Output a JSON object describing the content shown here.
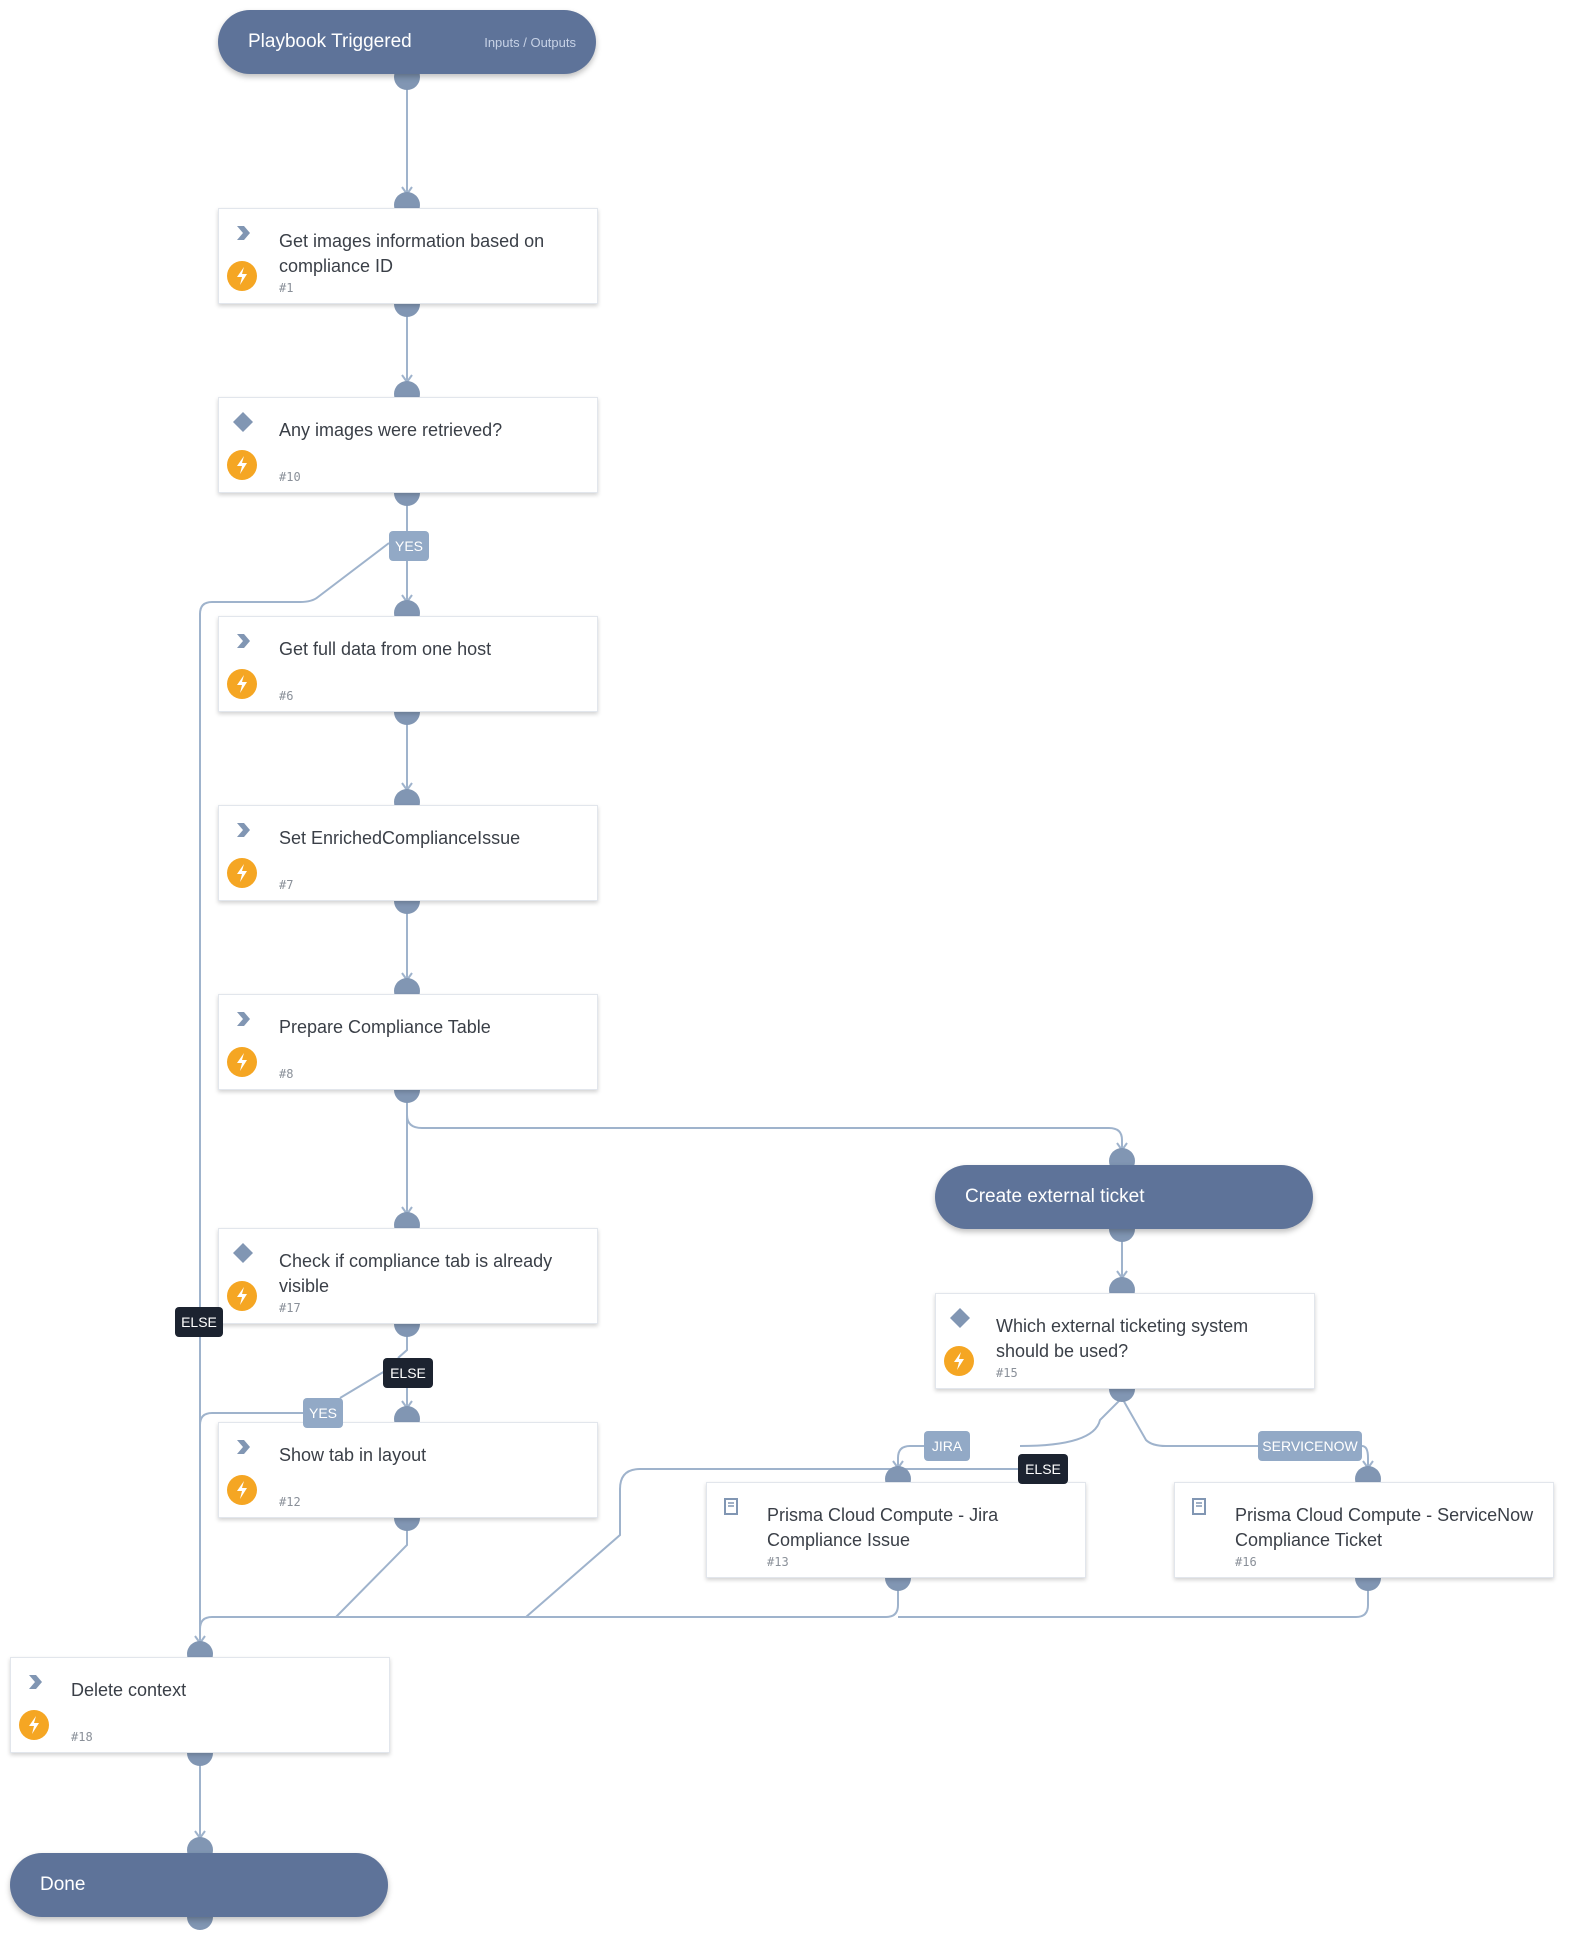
{
  "colors": {
    "pill": "#5e7399",
    "edge": "#9fb3cc",
    "port": "#8196b3",
    "bolt": "#f5a623",
    "tag_light": "#92a9c6",
    "tag_dark": "#1c2330"
  },
  "start": {
    "label": "Playbook Triggered",
    "io": "Inputs / Outputs"
  },
  "tasks": [
    {
      "key": "t1",
      "label": "Get images information based on compliance ID",
      "id": "#1",
      "type": "command"
    },
    {
      "key": "t10",
      "label": "Any images were retrieved?",
      "id": "#10",
      "type": "condition"
    },
    {
      "key": "t6",
      "label": "Get full data from one host",
      "id": "#6",
      "type": "command"
    },
    {
      "key": "t7",
      "label": "Set EnrichedComplianceIssue",
      "id": "#7",
      "type": "command"
    },
    {
      "key": "t8",
      "label": "Prepare Compliance Table",
      "id": "#8",
      "type": "command"
    },
    {
      "key": "t17",
      "label": "Check if compliance tab is already visible",
      "id": "#17",
      "type": "condition"
    },
    {
      "key": "t12",
      "label": "Show tab in layout",
      "id": "#12",
      "type": "command"
    },
    {
      "key": "t15",
      "label": "Which external ticketing system should be used?",
      "id": "#15",
      "type": "condition"
    },
    {
      "key": "t13",
      "label": "Prisma Cloud Compute - Jira Compliance Issue",
      "id": "#13",
      "type": "playbook"
    },
    {
      "key": "t16",
      "label": "Prisma Cloud Compute - ServiceNow Compliance Ticket",
      "id": "#16",
      "type": "playbook"
    },
    {
      "key": "t18",
      "label": "Delete context",
      "id": "#18",
      "type": "command"
    }
  ],
  "section": {
    "label": "Create external ticket"
  },
  "end": {
    "label": "Done"
  },
  "edge_labels": {
    "yes_1": "YES",
    "else_1": "ELSE",
    "else_2": "ELSE",
    "yes_2": "YES",
    "jira": "JIRA",
    "else_3": "ELSE",
    "servicenow": "SERVICENOW"
  },
  "icons": {
    "command": "chevron-icon",
    "condition": "diamond-icon",
    "playbook": "book-icon",
    "automation": "bolt-icon"
  }
}
